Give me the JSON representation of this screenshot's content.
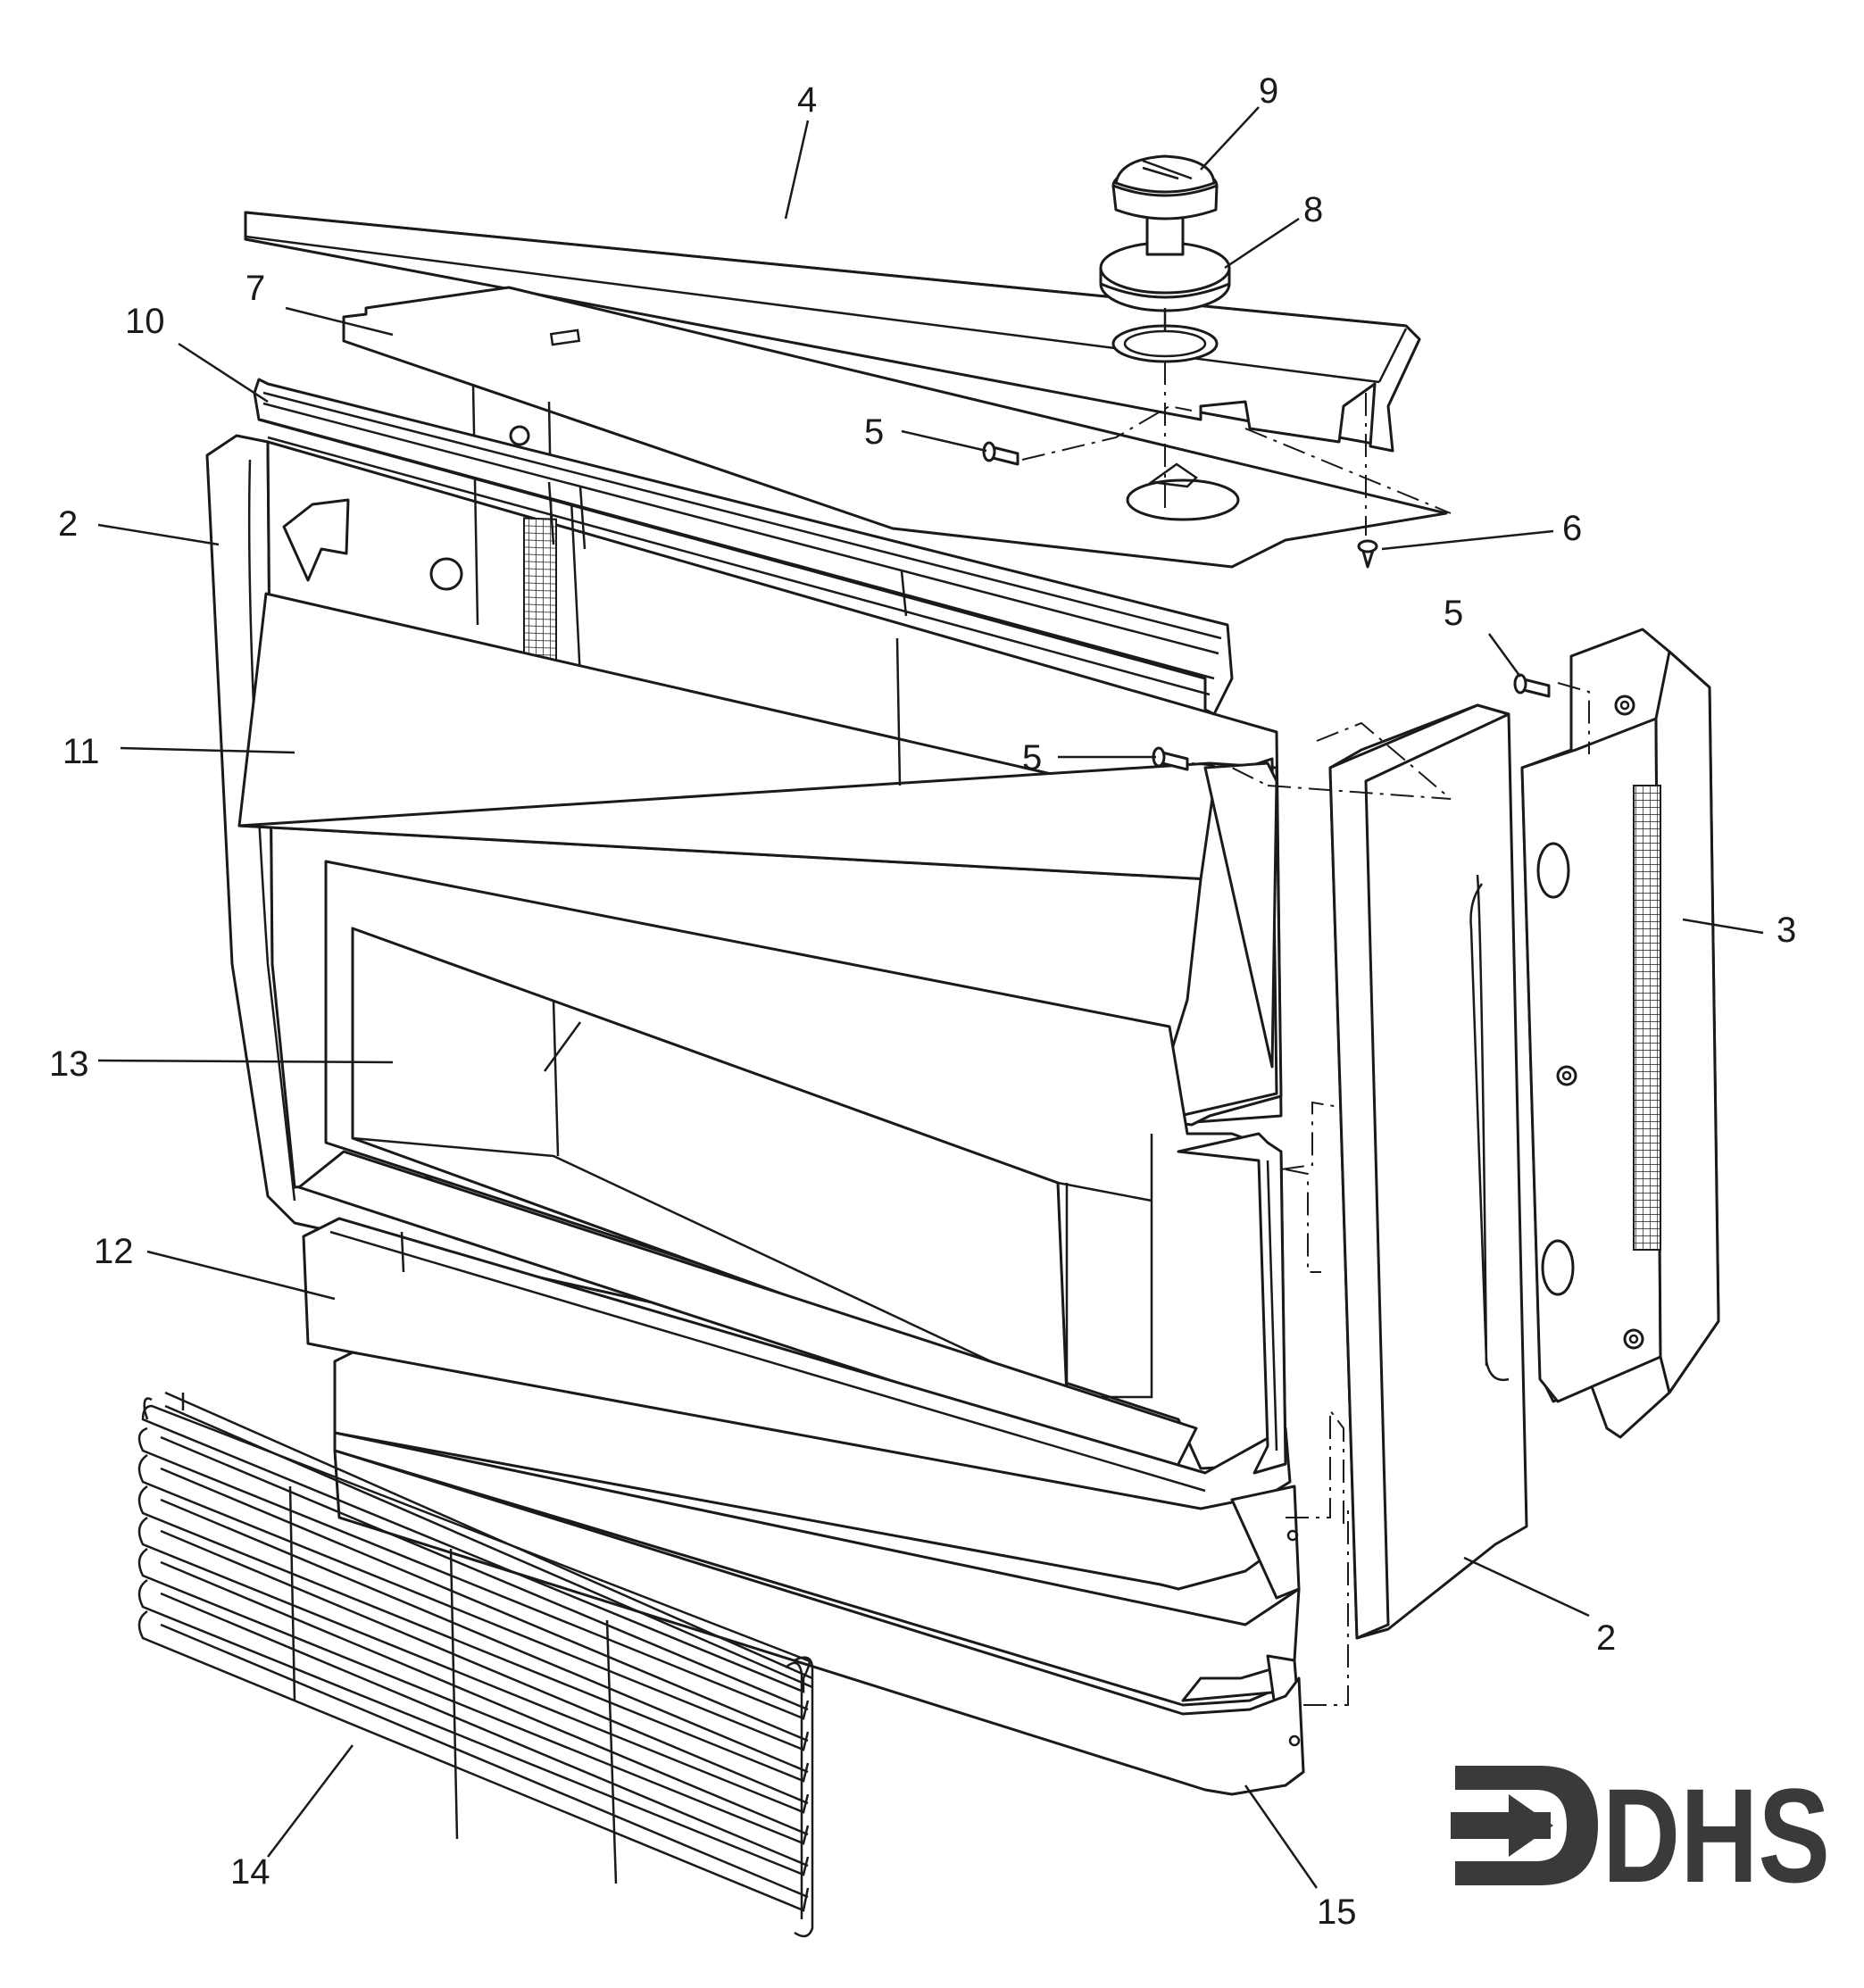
{
  "labels": {
    "part_2_left": "2",
    "part_2_right": "2",
    "part_3": "3",
    "part_4": "4",
    "part_5_a": "5",
    "part_5_b": "5",
    "part_5_c": "5",
    "part_6": "6",
    "part_7": "7",
    "part_8": "8",
    "part_9": "9",
    "part_10": "10",
    "part_11": "11",
    "part_12": "12",
    "part_13": "13",
    "part_14": "14",
    "part_15": "15"
  },
  "logo": {
    "text": "DHS",
    "color": "#3a3a3a"
  },
  "colors": {
    "line": "#1a1a1a",
    "background": "#ffffff"
  }
}
